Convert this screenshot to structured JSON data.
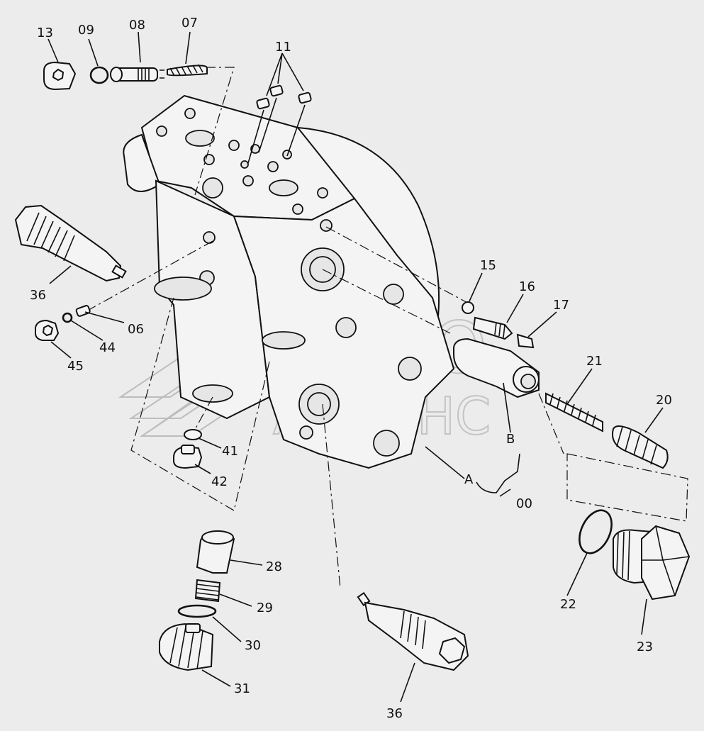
{
  "watermark": {
    "line1": "АВТО",
    "line2": "АЛЬЯНС"
  },
  "labels": {
    "p13": "13",
    "p09": "09",
    "p08": "08",
    "p07": "07",
    "p11": "11",
    "p36a": "36",
    "p06": "06",
    "p44": "44",
    "p45": "45",
    "p15": "15",
    "p16": "16",
    "p17": "17",
    "p21": "21",
    "p20": "20",
    "pB": "B",
    "pA": "A",
    "p00": "00",
    "p41": "41",
    "p42": "42",
    "p28": "28",
    "p29": "29",
    "p30": "30",
    "p31": "31",
    "p36b": "36",
    "p22": "22",
    "p23": "23"
  }
}
